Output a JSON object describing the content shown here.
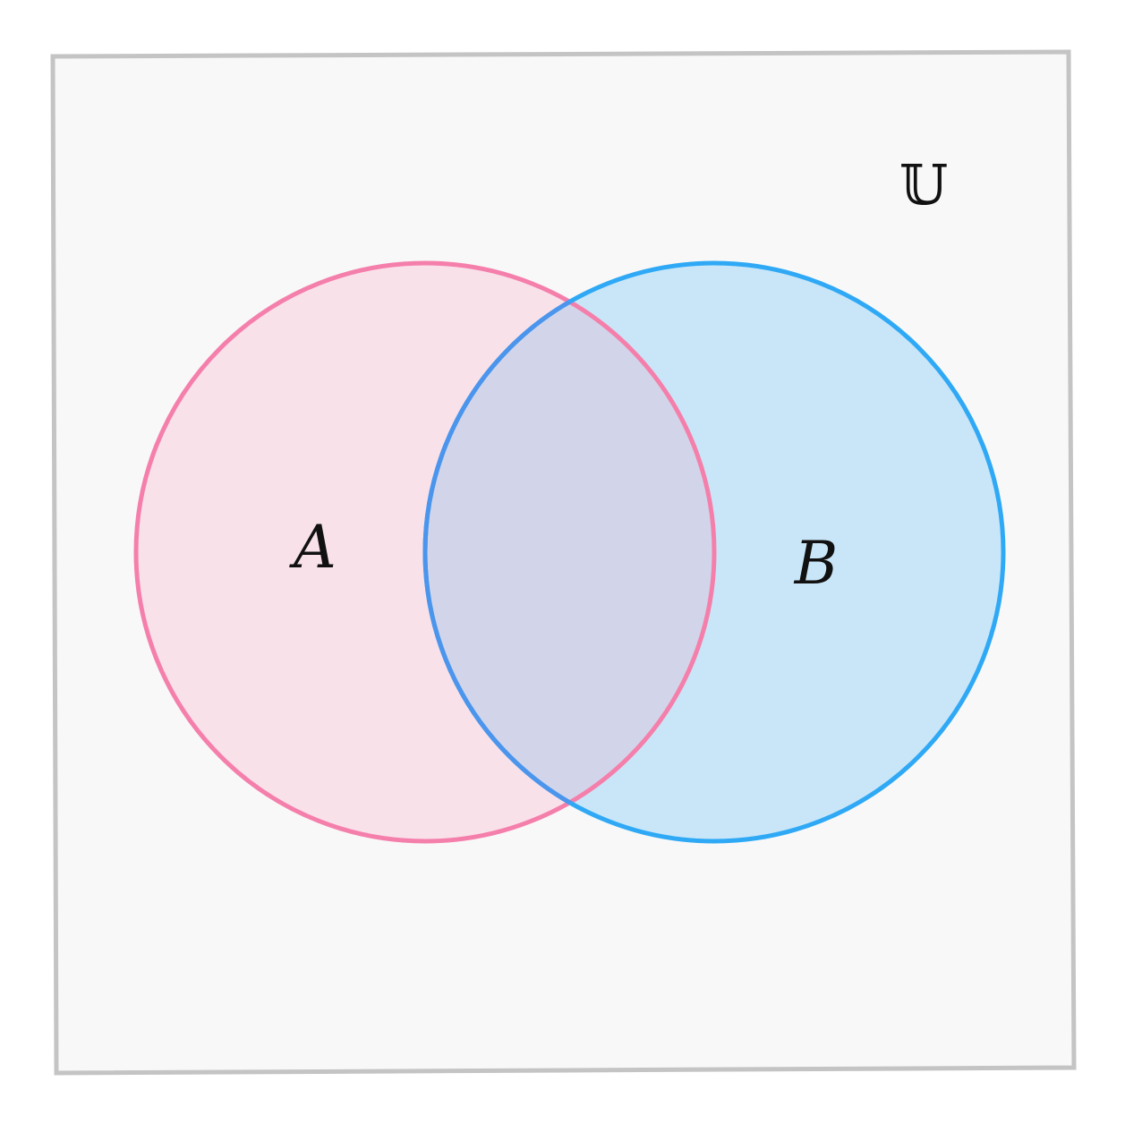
{
  "diagram": {
    "type": "venn",
    "universe": {
      "label": "𝕌",
      "fill": "#f8f8f8",
      "stroke": "#c4c4c4"
    },
    "sets": [
      {
        "id": "A",
        "label": "A",
        "fill": "#f9e1ea",
        "stroke": "#f57fab"
      },
      {
        "id": "B",
        "label": "B",
        "fill": "#c9e6f8",
        "stroke": "#2fa9f5"
      }
    ],
    "intersection": {
      "fill": "#d2d5ea",
      "stroke": "#4b95ec"
    }
  }
}
